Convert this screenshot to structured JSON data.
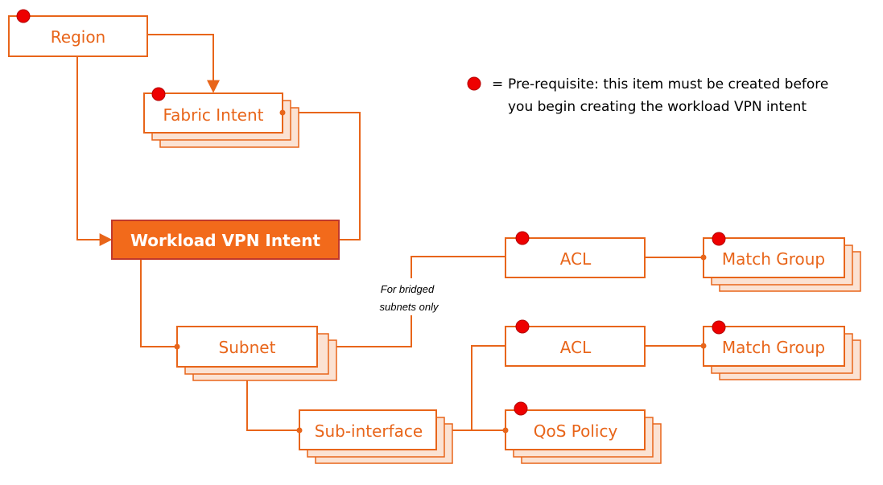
{
  "colors": {
    "accent": "#e8651a",
    "fill_stack": "#fbe2d3",
    "primary_fill": "#f26a1b",
    "primary_border": "#c0392b",
    "dot": "#ee0000"
  },
  "nodes": {
    "region": "Region",
    "fabric_intent": "Fabric Intent",
    "workload_vpn_intent": "Workload VPN Intent",
    "acl_top": "ACL",
    "match_group_top": "Match Group",
    "subnet": "Subnet",
    "acl_bottom": "ACL",
    "match_group_bottom": "Match Group",
    "sub_interface": "Sub-interface",
    "qos_policy": "QoS Policy"
  },
  "note": {
    "line1": "For bridged",
    "line2": "subnets only"
  },
  "legend": {
    "equals": "=",
    "line1": "Pre-requisite:  this item must be created before",
    "line2": "you begin creating the workload VPN intent"
  }
}
